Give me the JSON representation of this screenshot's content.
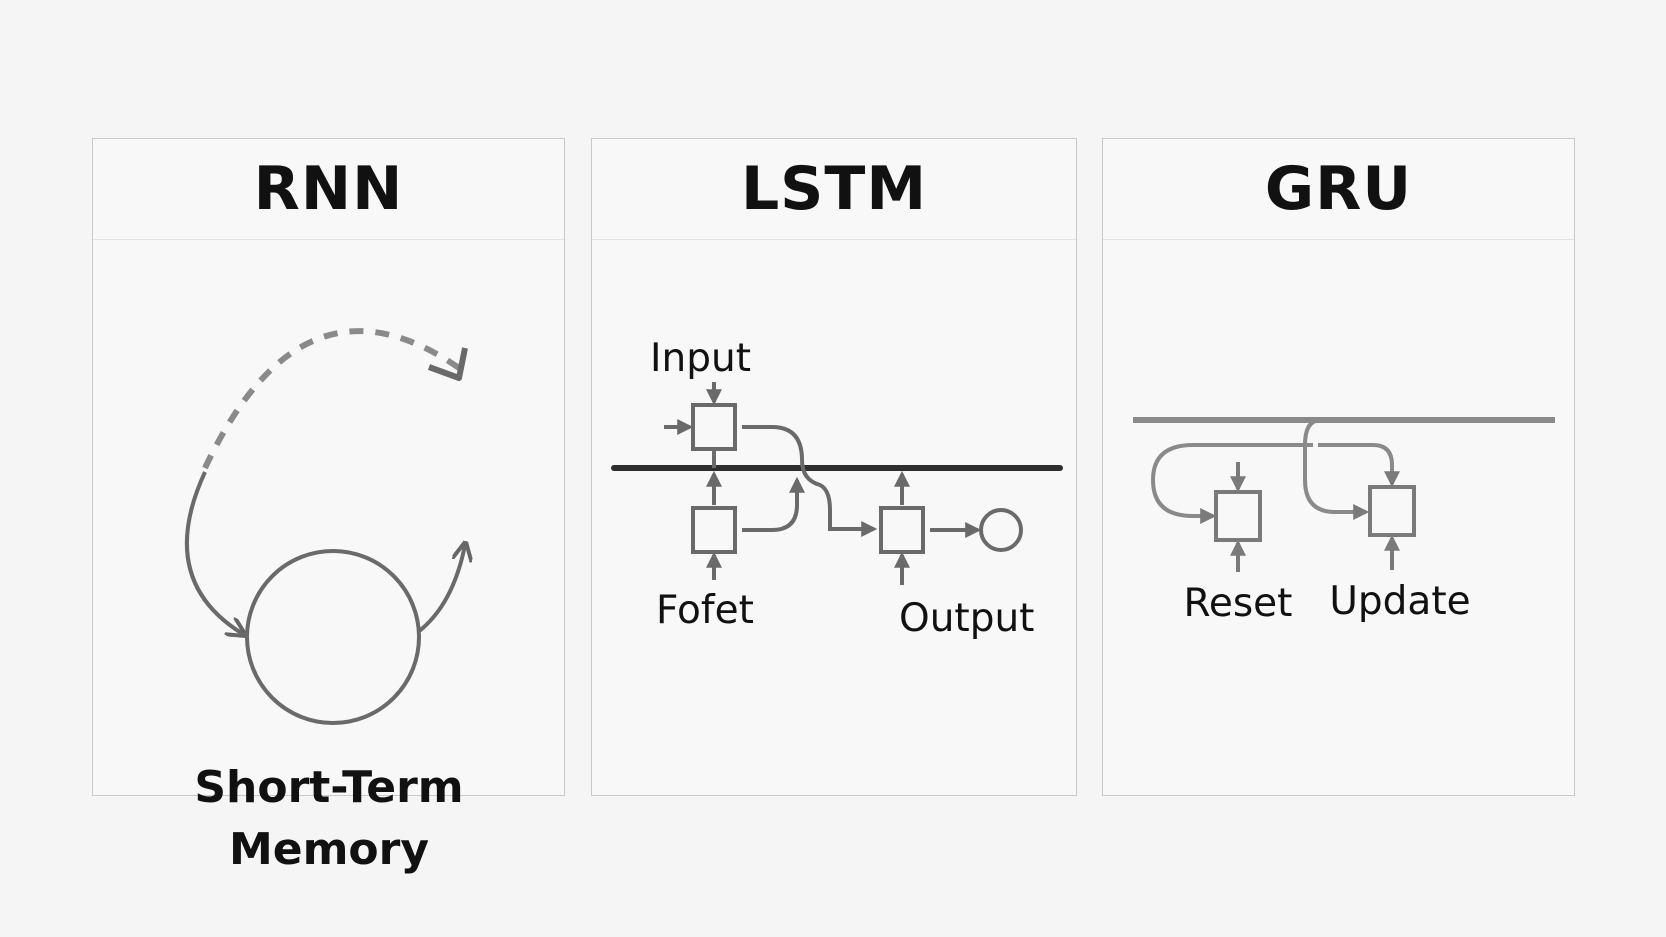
{
  "panels": {
    "rnn": {
      "title": "RNN",
      "caption_line1": "Short-Term",
      "caption_line2": "Memory"
    },
    "lstm": {
      "title": "LSTM",
      "labels": {
        "input": "Input",
        "forget": "Fofet",
        "output": "Output"
      }
    },
    "gru": {
      "title": "GRU",
      "labels": {
        "reset": "Reset",
        "update": "Update"
      }
    }
  },
  "colors": {
    "stroke": "#6a6a6a",
    "dark_line": "#2e2e2e",
    "dashed": "#8a8a8a",
    "text": "#111111"
  }
}
